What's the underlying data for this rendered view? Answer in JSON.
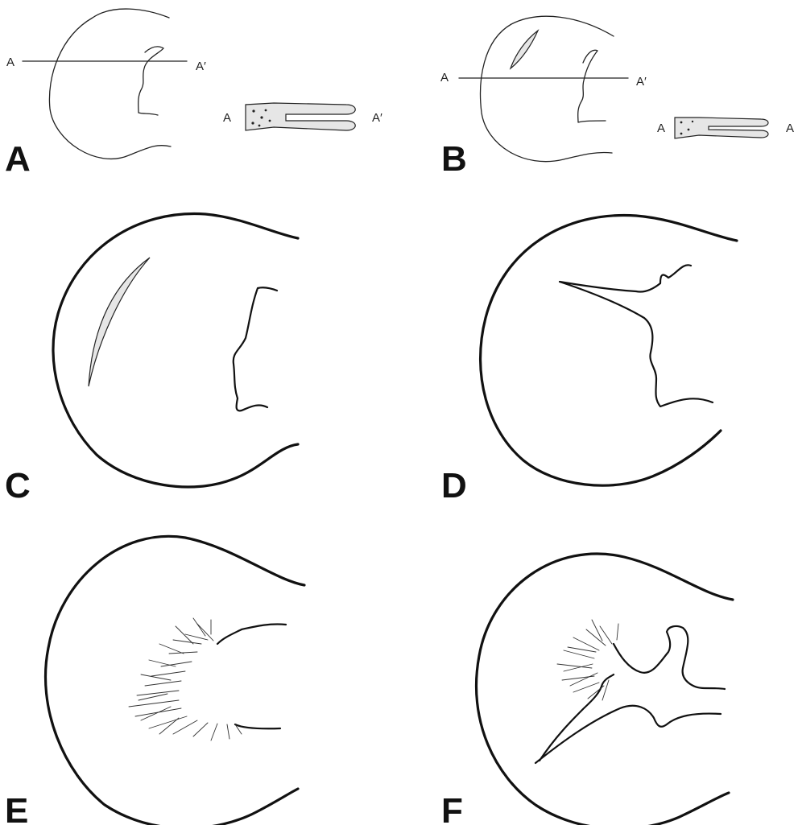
{
  "figure": {
    "panels": [
      {
        "id": "A",
        "letter": "A",
        "section_start": "A",
        "section_end": "A′",
        "inset_start": "A",
        "inset_end": "A′"
      },
      {
        "id": "B",
        "letter": "B",
        "section_start": "A",
        "section_end": "A′",
        "inset_start": "A",
        "inset_end": "A"
      },
      {
        "id": "C",
        "letter": "C"
      },
      {
        "id": "D",
        "letter": "D"
      },
      {
        "id": "E",
        "letter": "E"
      },
      {
        "id": "F",
        "letter": "F"
      }
    ]
  }
}
